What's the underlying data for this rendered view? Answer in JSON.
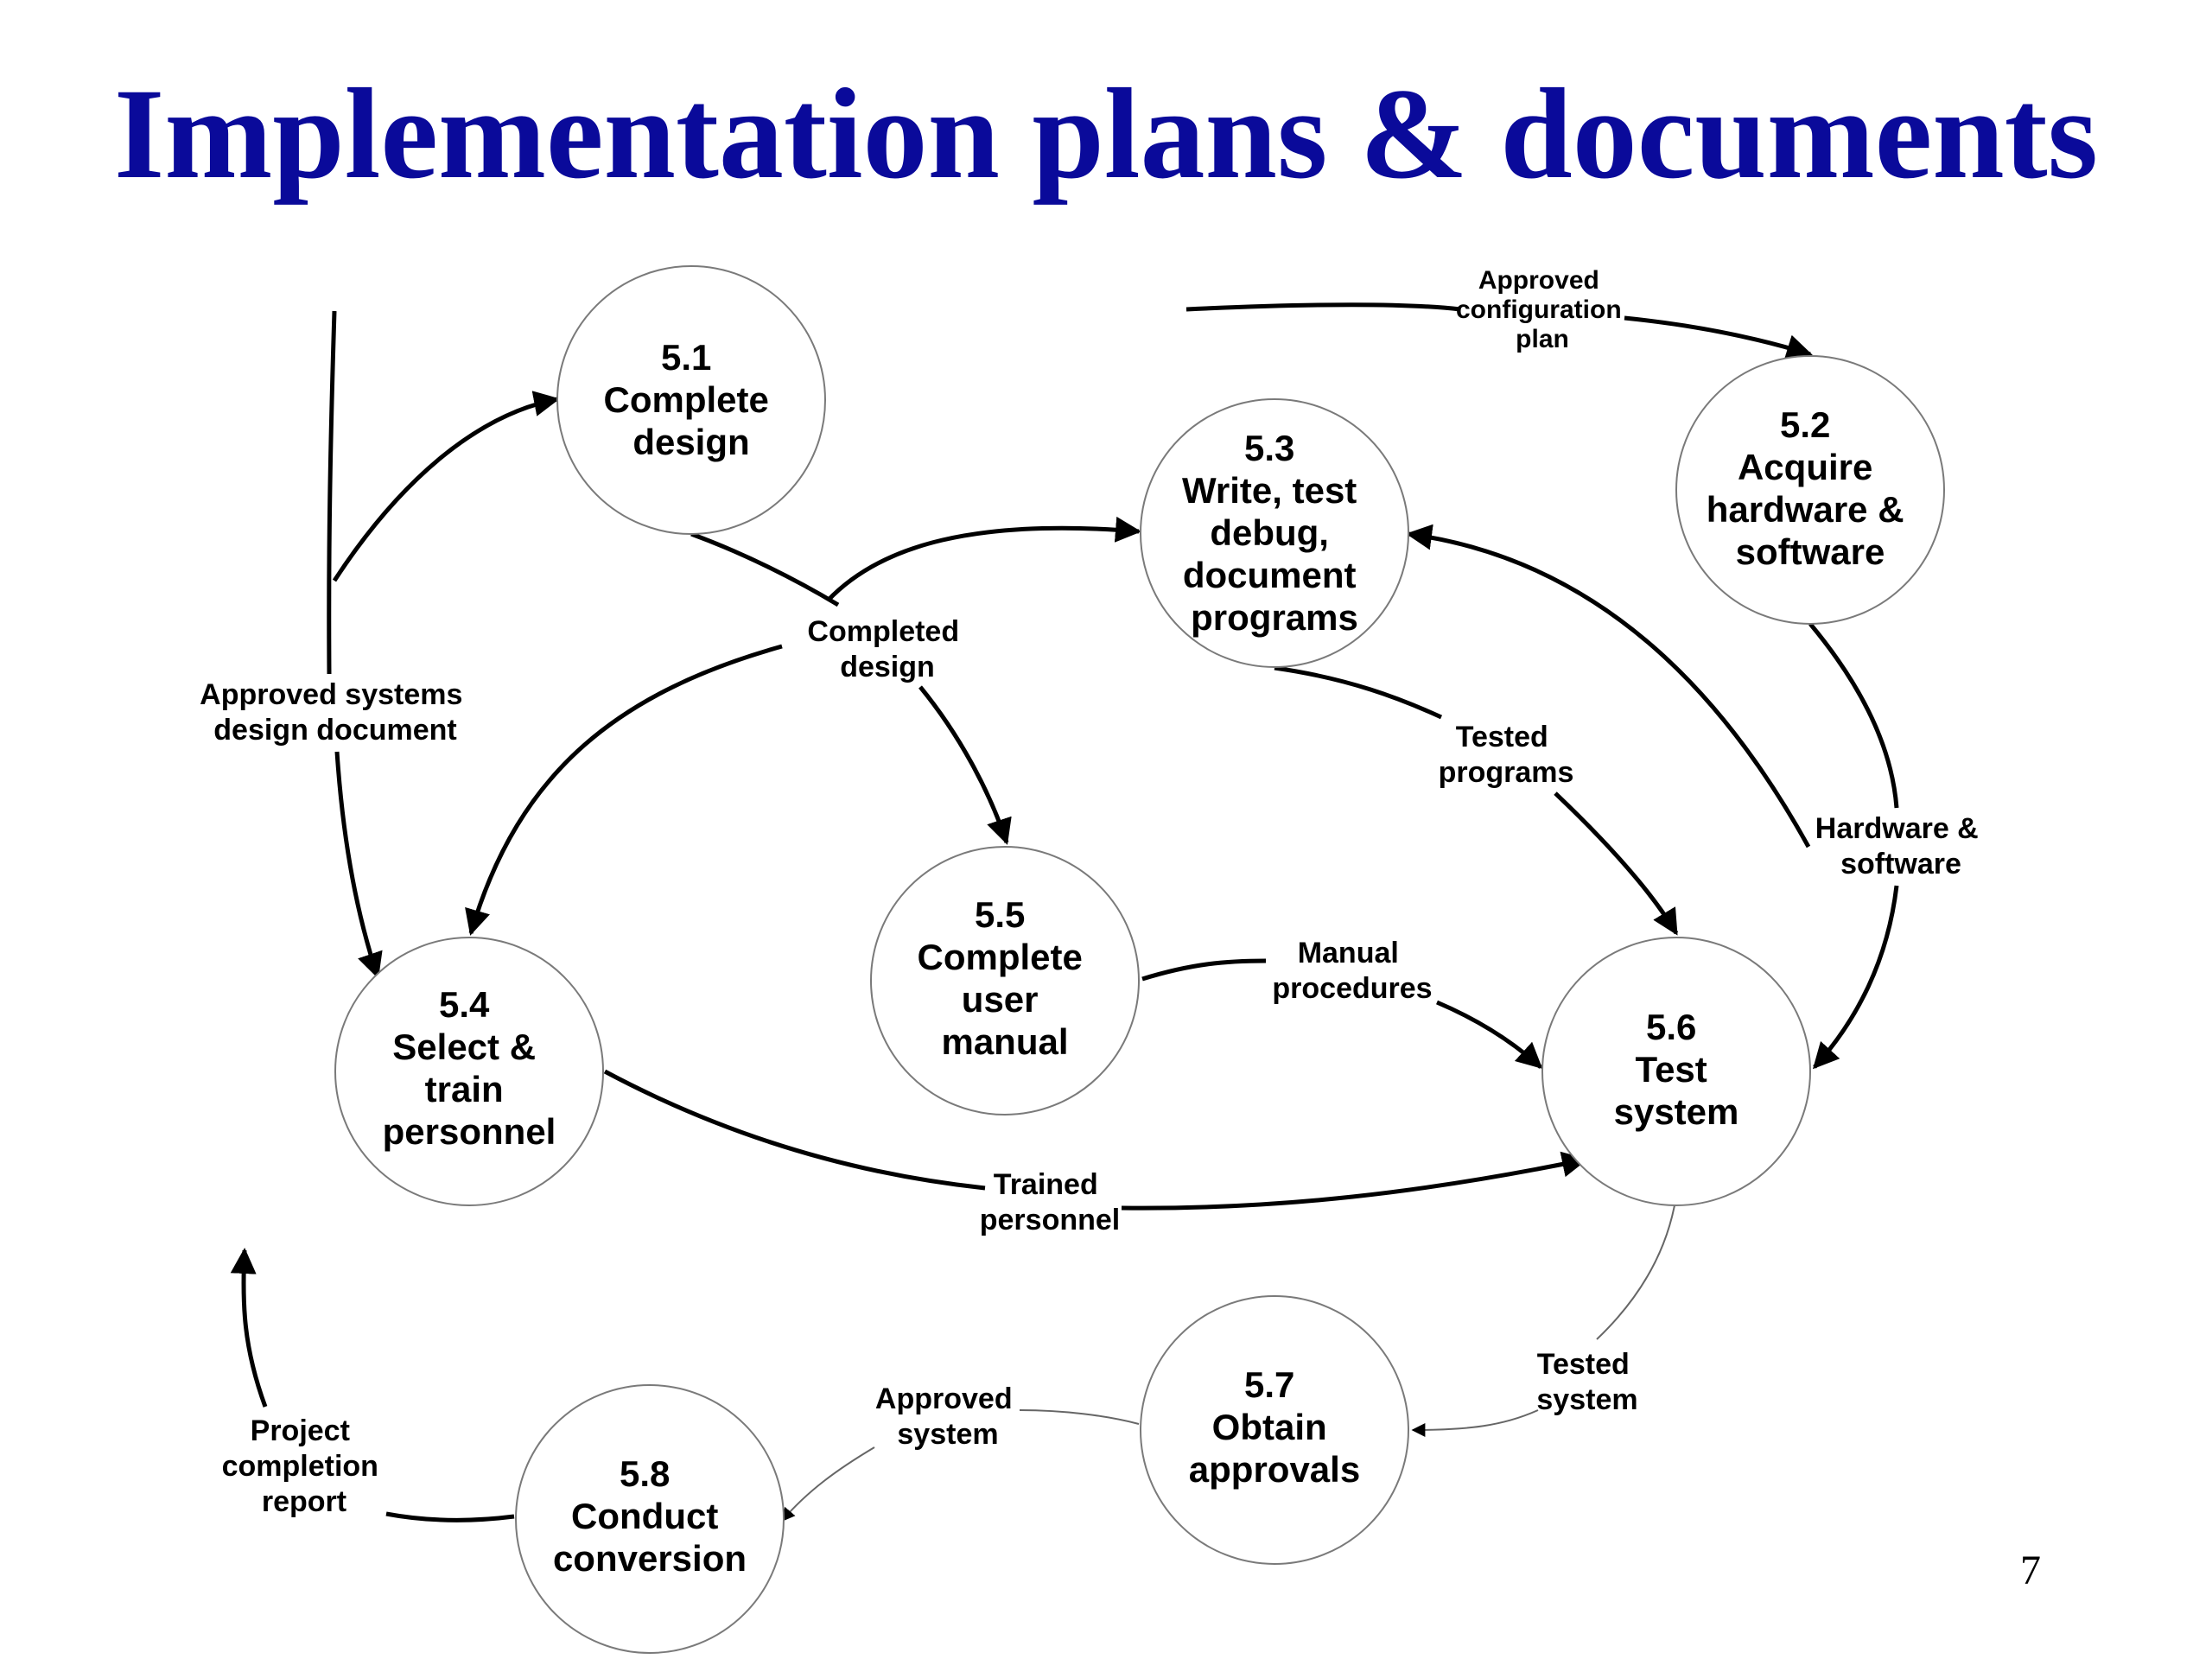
{
  "title": "Implementation plans & documents",
  "page_number": "7",
  "colors": {
    "title": "#0a0a9a",
    "lines": "#000000",
    "node_outline": "#7a7a7a"
  },
  "processes": [
    {
      "id": "5.1",
      "lines": [
        "5.1",
        "Complete",
        "design"
      ]
    },
    {
      "id": "5.2",
      "lines": [
        "5.2",
        "Acquire",
        "hardware &",
        "software"
      ]
    },
    {
      "id": "5.3",
      "lines": [
        "5.3",
        "Write, test",
        "debug,",
        "document",
        "programs"
      ]
    },
    {
      "id": "5.4",
      "lines": [
        "5.4",
        "Select &",
        "train",
        "personnel"
      ]
    },
    {
      "id": "5.5",
      "lines": [
        "5.5",
        "Complete",
        "user",
        "manual"
      ]
    },
    {
      "id": "5.6",
      "lines": [
        "5.6",
        "Test",
        "system"
      ]
    },
    {
      "id": "5.7",
      "lines": [
        "5.7",
        "Obtain",
        "approvals"
      ]
    },
    {
      "id": "5.8",
      "lines": [
        "5.8",
        "Conduct",
        "conversion"
      ]
    }
  ],
  "flows": [
    {
      "id": "approved-configuration-plan",
      "lines": [
        "Approved",
        "configuration",
        "plan"
      ]
    },
    {
      "id": "approved-systems-design-document",
      "lines": [
        "Approved systems",
        "design document"
      ]
    },
    {
      "id": "completed-design",
      "lines": [
        "Completed",
        "design"
      ]
    },
    {
      "id": "tested-programs",
      "lines": [
        "Tested",
        "programs"
      ]
    },
    {
      "id": "hardware-software",
      "lines": [
        "Hardware &",
        "software"
      ]
    },
    {
      "id": "manual-procedures",
      "lines": [
        "Manual",
        "procedures"
      ]
    },
    {
      "id": "trained-personnel",
      "lines": [
        "Trained",
        "personnel"
      ]
    },
    {
      "id": "tested-system",
      "lines": [
        "Tested",
        "system"
      ]
    },
    {
      "id": "approved-system",
      "lines": [
        "Approved",
        "system"
      ]
    },
    {
      "id": "project-completion-report",
      "lines": [
        "Project",
        "completion",
        "report"
      ]
    }
  ]
}
